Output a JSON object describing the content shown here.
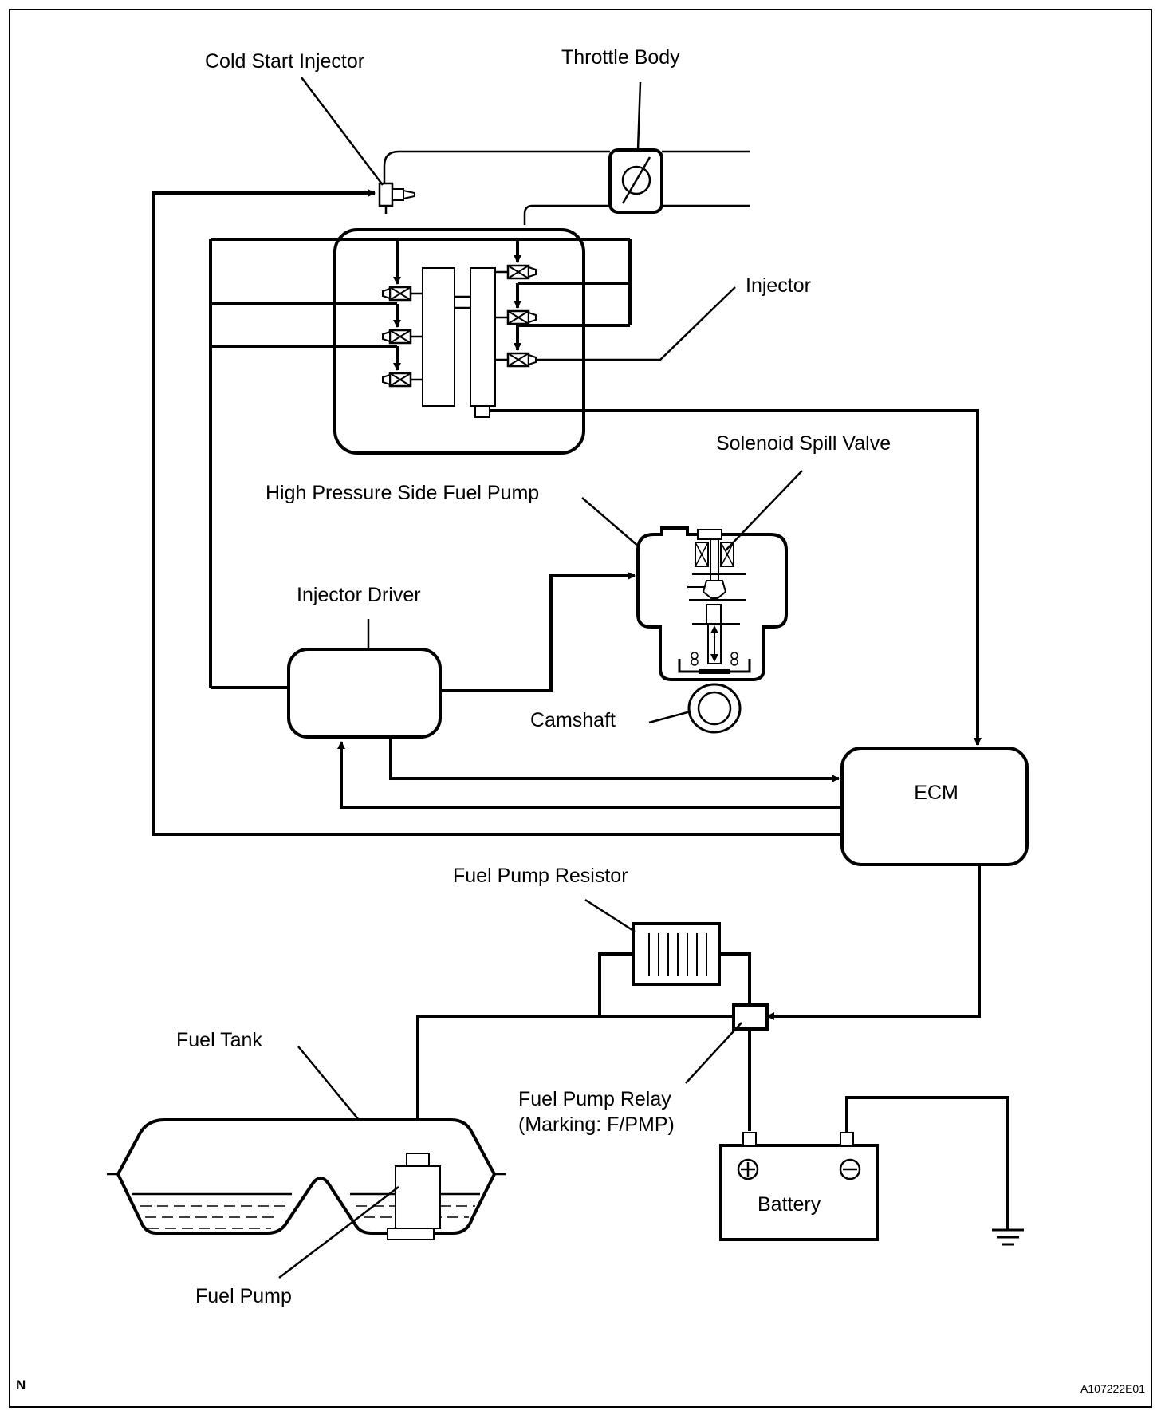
{
  "labels": {
    "cold_start_injector": "Cold Start Injector",
    "throttle_body": "Throttle Body",
    "injector": "Injector",
    "solenoid_spill_valve": "Solenoid Spill Valve",
    "high_pressure_pump": "High Pressure Side Fuel Pump",
    "injector_driver": "Injector Driver",
    "camshaft": "Camshaft",
    "ecm": "ECM",
    "fuel_pump_resistor": "Fuel Pump Resistor",
    "fuel_tank": "Fuel Tank",
    "fuel_pump_relay_line1": "Fuel Pump Relay",
    "fuel_pump_relay_line2": "(Marking: F/PMP)",
    "battery": "Battery",
    "fuel_pump": "Fuel Pump"
  },
  "corner": {
    "left": "N",
    "right": "A107222E01"
  },
  "battery_terminals": {
    "positive": "+",
    "negative": "−"
  }
}
